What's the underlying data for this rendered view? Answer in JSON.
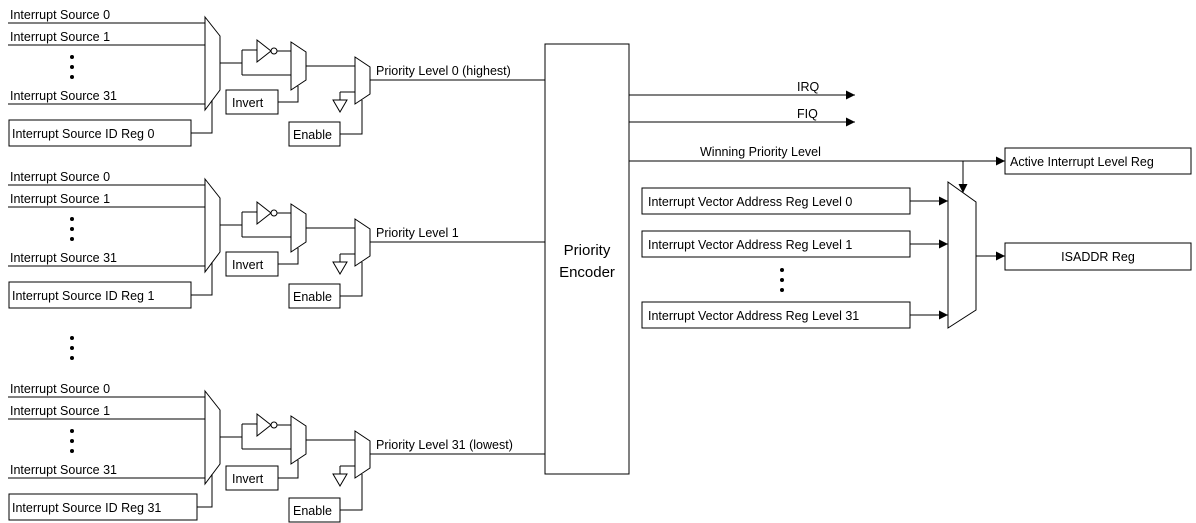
{
  "groups": [
    {
      "sources": [
        "Interrupt Source 0",
        "Interrupt Source 1",
        "Interrupt Source 31"
      ],
      "id_reg": "Interrupt Source ID Reg 0",
      "invert": "Invert",
      "enable": "Enable",
      "priority": "Priority Level 0 (highest)"
    },
    {
      "sources": [
        "Interrupt Source 0",
        "Interrupt Source 1",
        "Interrupt Source 31"
      ],
      "id_reg": "Interrupt Source ID Reg 1",
      "invert": "Invert",
      "enable": "Enable",
      "priority": "Priority Level 1"
    },
    {
      "sources": [
        "Interrupt Source 0",
        "Interrupt Source 1",
        "Interrupt Source 31"
      ],
      "id_reg": "Interrupt Source ID Reg 31",
      "invert": "Invert",
      "enable": "Enable",
      "priority": "Priority Level 31 (lowest)"
    }
  ],
  "encoder": {
    "line1": "Priority",
    "line2": "Encoder"
  },
  "outputs": {
    "irq": "IRQ",
    "fiq": "FIQ",
    "winning": "Winning Priority Level"
  },
  "active_reg": "Active Interrupt Level Reg",
  "vector_regs": [
    "Interrupt Vector Address Reg Level 0",
    "Interrupt Vector Address Reg Level 1",
    "Interrupt Vector Address Reg Level 31"
  ],
  "isaddr_reg": "ISADDR Reg"
}
